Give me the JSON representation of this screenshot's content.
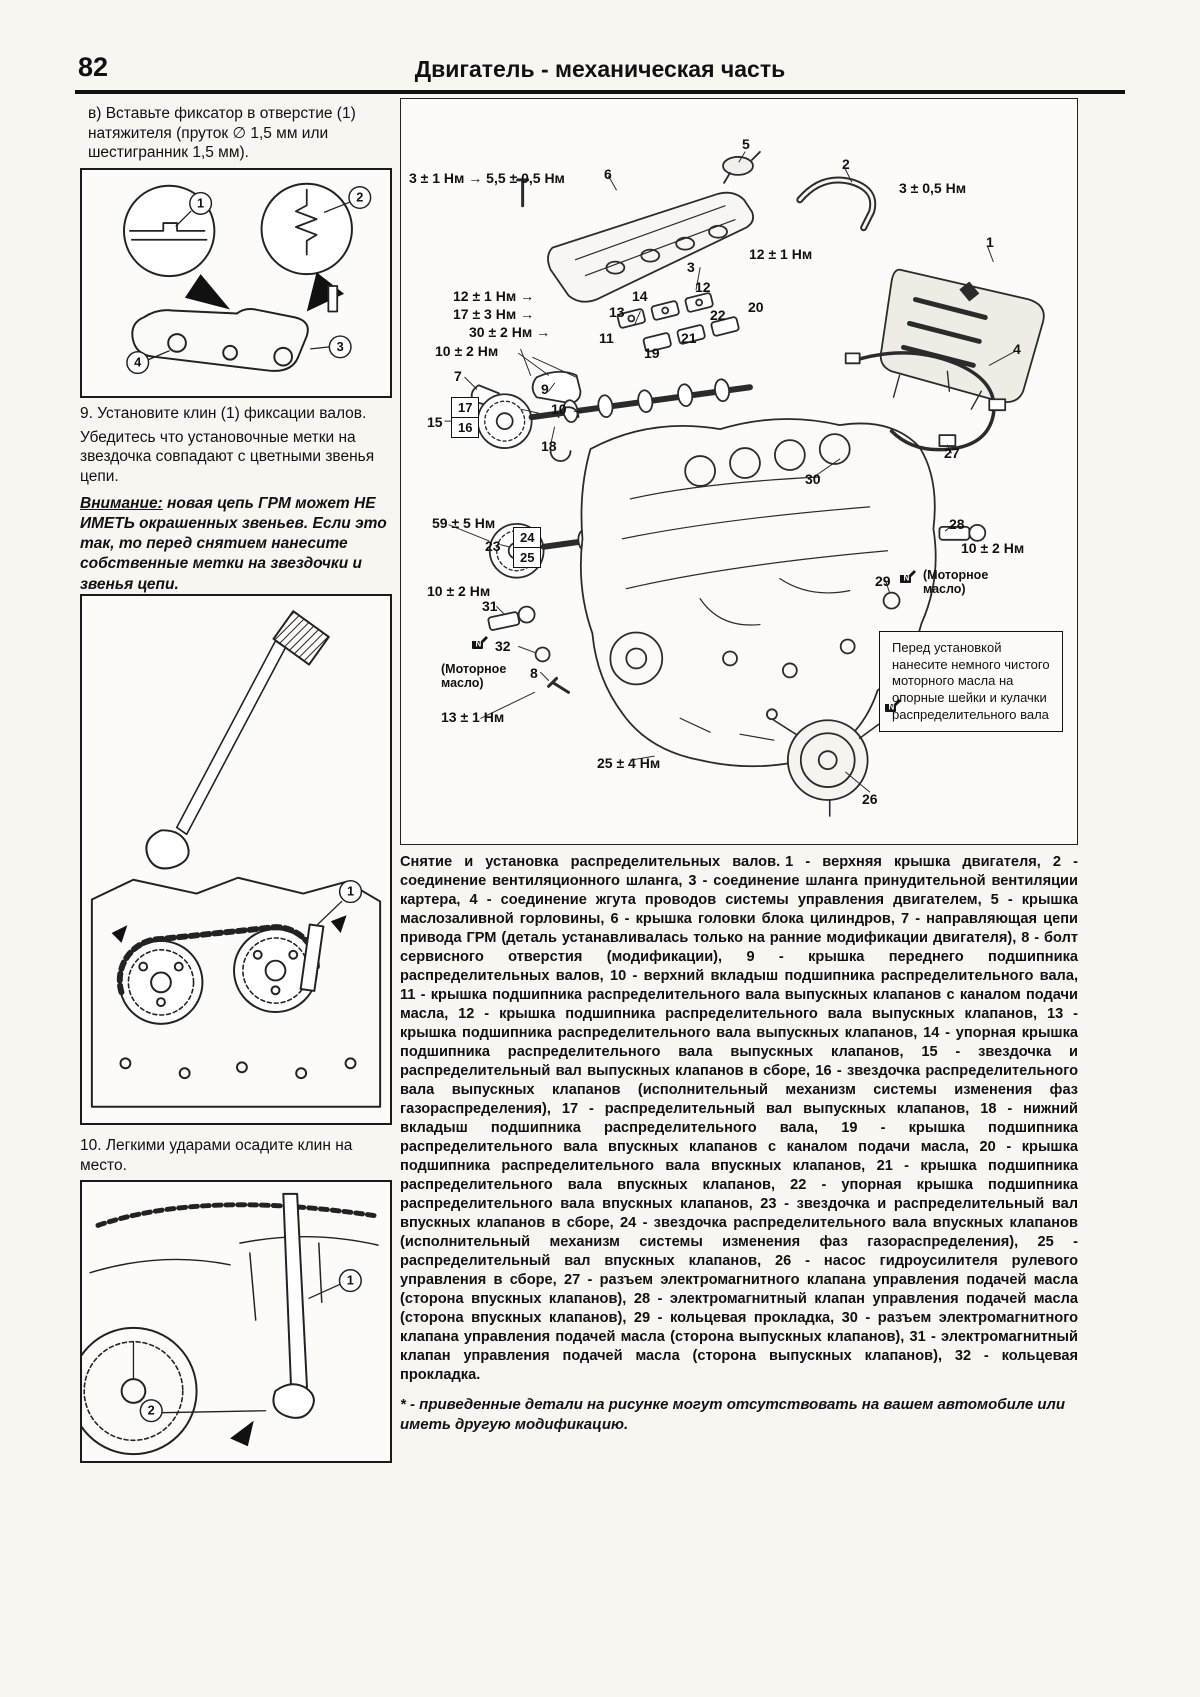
{
  "page": {
    "number": "82",
    "title": "Двигатель - механическая часть"
  },
  "left_column": {
    "intro": "в) Вставьте фиксатор в отверстие (1) натяжителя (пруток ∅ 1,5 мм или шестигранник 1,5 мм).",
    "step9_line1": "9. Установите клин (1) фиксации валов.",
    "step9_line2": "Убедитесь что установочные метки на звездочка совпадают с цветными звенья цепи.",
    "warning_label": "Внимание:",
    "warning_text": " новая цепь ГРМ может НЕ ИМЕТЬ окрашенных звеньев. Если это так, то перед снятием нанесите собственные метки на звездочки и звенья цепи.",
    "step10": "10. Легкими ударами осадите клин на место.",
    "fig1": {
      "callout1": "1",
      "callout2": "2",
      "callout3": "3",
      "callout4": "4"
    },
    "fig2": {
      "callout1": "1"
    },
    "fig3": {
      "callout1": "1",
      "callout2": "2"
    }
  },
  "diagram": {
    "oil_symbol": "N",
    "oil_note": "(Моторное масло)",
    "note": "Перед установкой нанесите немного чистого моторного масла на опорные шейки и кулачки распределительного вала",
    "labels": {
      "seq_top": "3 ± 1 Нм → 5,5 ± 0,5 Нм",
      "n5": "5",
      "n6": "6",
      "n2": "2",
      "t_3_05": "3 ± 0,5 Нм",
      "n1": "1",
      "t_12_1a": "12 ± 1 Нм",
      "n3": "3",
      "n14": "14",
      "n12": "12",
      "n13": "13",
      "n22": "22",
      "n20": "20",
      "t_12_1b": "12 ± 1 Нм →",
      "t_17_3": "17 ± 3 Нм →",
      "t_30_2": "30 ± 2 Нм →",
      "n11": "11",
      "n21": "21",
      "n19": "19",
      "t_10_2a": "10 ± 2 Нм",
      "n7": "7",
      "n9": "9",
      "n15": "15",
      "n17": "17",
      "n16": "16",
      "n10": "10 →",
      "n18": "18",
      "n4": "4",
      "n27": "27",
      "n30": "30",
      "t_59_5": "59 ± 5 Нм",
      "n23": "23",
      "n24": "24",
      "n25": "25",
      "n28": "28",
      "t_10_2b": "10 ± 2 Нм",
      "n29": "29",
      "t_10_2c": "10 ± 2 Нм",
      "n31": "31",
      "n32": "32",
      "n8": "8",
      "t_13_1": "13 ± 1 Нм",
      "t_25_4": "25 ± 4 Нм",
      "n26": "26"
    }
  },
  "caption": {
    "lead": "Снятие и установка распределительных валов.",
    "body": "1 - верхняя крышка двигателя, 2 - соединение вентиляционного шланга, 3 - соединение шланга принудительной вентиляции картера, 4 - соединение жгута проводов системы управления двигателем, 5 - крышка маслозаливной горловины, 6 - крышка головки блока цилиндров, 7 - направляющая цепи привода ГРМ (деталь устанавливалась только на ранние модификации двигателя), 8 - болт сервисного отверстия (модификации), 9 - крышка переднего подшипника распределительных валов, 10 - верхний вкладыш подшипника распределительного вала, 11 - крышка подшипника распределительного вала выпускных клапанов с каналом подачи масла, 12 - крышка подшипника распределительного вала выпускных клапанов, 13 - крышка подшипника распределительного вала выпускных клапанов, 14 - упорная крышка подшипника распределительного вала выпускных клапанов, 15 - звездочка и распределительный вал выпускных клапанов в сборе, 16 - звездочка распределительного вала выпускных клапанов (исполнительный механизм системы изменения фаз газораспределения), 17 - распределительный вал выпускных клапанов, 18 - нижний вкладыш подшипника распределительного вала, 19 - крышка подшипника распределительного вала впускных клапанов с каналом подачи масла, 20 - крышка подшипника распределительного вала впускных клапанов, 21 - крышка подшипника распределительного вала впускных клапанов, 22 - упорная крышка подшипника распределительного вала впускных клапанов, 23 - звездочка и распределительный вал впускных клапанов в сборе, 24 - звездочка распределительного вала впускных клапанов (исполнительный механизм системы изменения фаз газораспределения), 25 - распределительный вал впускных клапанов, 26 - насос гидроусилителя рулевого управления в сборе, 27 - разъем электромагнитного клапана управления подачей масла (сторона впускных клапанов), 28 - электромагнитный клапан управления подачей масла (сторона впускных клапанов), 29 - кольцевая прокладка, 30 - разъем электромагнитного клапана управления подачей масла (сторона выпускных клапанов), 31 - электромагнитный клапан управления подачей масла (сторона выпускных клапанов), 32 - кольцевая прокладка."
  },
  "footnote": "* - приведенные детали на рисунке могут отсутствовать на вашем автомобиле или иметь другую модификацию."
}
